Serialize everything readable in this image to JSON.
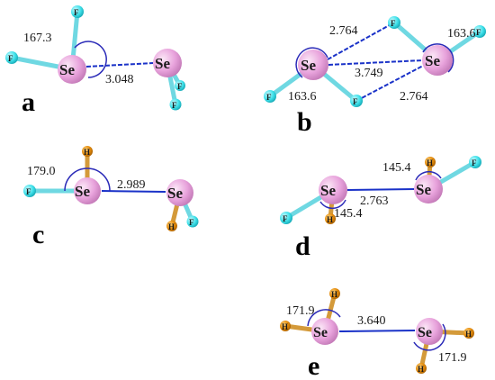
{
  "colors": {
    "se": "#e8a3dc",
    "f": "#3fe1ea",
    "h": "#e38a0a",
    "bond_f": "#6fd8e2",
    "bond_h": "#d49a3a",
    "interaction": "#1a32c8",
    "angle_arc": "#2b2bb8"
  },
  "labels": {
    "se": "Se",
    "f": "F",
    "h": "H"
  },
  "panels": {
    "a": {
      "letter": "a",
      "angle": "167.3",
      "distance": "3.048"
    },
    "b": {
      "letter": "b",
      "angle_left": "163.6",
      "angle_right": "163.6",
      "dist_top": "2.764",
      "dist_mid": "3.749",
      "dist_bot": "2.764"
    },
    "c": {
      "letter": "c",
      "angle": "179.0",
      "distance": "2.989"
    },
    "d": {
      "letter": "d",
      "angle_top": "145.4",
      "angle_bot": "145.4",
      "distance": "2.763"
    },
    "e": {
      "letter": "e",
      "angle_left": "171.9",
      "angle_right": "171.9",
      "distance": "3.640"
    }
  }
}
